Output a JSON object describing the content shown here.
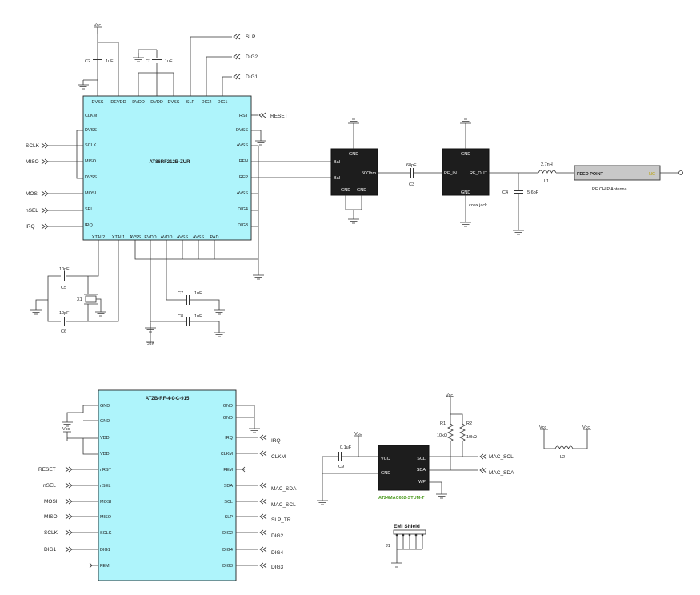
{
  "u1": {
    "name": "AT86RF212B-ZUR",
    "top_pins": [
      "DVSS",
      "DEVDD",
      "DVDD",
      "DVDD",
      "DVSS",
      "SLP",
      "DIG2",
      "DIG1"
    ],
    "left_pins": [
      "CLKM",
      "DVSS",
      "SCLK",
      "MISO",
      "DVSS",
      "MOSI",
      "SEL",
      "IRQ"
    ],
    "right_pins": [
      "RST",
      "DVSS",
      "AVSS",
      "RFN",
      "RFP",
      "AVSS",
      "DIG4",
      "DIG3"
    ],
    "bottom_pins": [
      "XTAL2",
      "XTAL1",
      "AVSS",
      "EVDD",
      "AVDD",
      "AVSS",
      "AVSS",
      "PAD"
    ]
  },
  "u1_nets": {
    "left": [
      "SCLK",
      "MISO",
      "MOSI",
      "nSEL",
      "IRQ"
    ],
    "right": [
      "RESET"
    ],
    "top": [
      "SLP",
      "DIG2",
      "DIG1"
    ]
  },
  "passives": {
    "c1": [
      "C1",
      "1uF"
    ],
    "c2": [
      "C2",
      "1uF"
    ],
    "c3": [
      "C3",
      "68pF"
    ],
    "c4": [
      "C4",
      "5.6pF"
    ],
    "c5": [
      "C5",
      "10pF"
    ],
    "c6": [
      "C6",
      "10pF"
    ],
    "c7": [
      "C7",
      "1uF"
    ],
    "c8": [
      "C8",
      "1uF"
    ],
    "c9": [
      "C9",
      "0.1uF"
    ],
    "l1": [
      "L1",
      "2.7nH"
    ],
    "r1": [
      "R1",
      "10kΩ"
    ],
    "r2": [
      "R2",
      "10kΩ"
    ],
    "x1": "X1",
    "l2": "L2"
  },
  "vcc": "Vcc",
  "vcc_flip": "Vcc",
  "balun": {
    "bal1": "Bal",
    "bal2": "Bal",
    "name": "50Ohm",
    "gnd_top": "GND",
    "gnd_bl": "GND",
    "gnd_br": "GND"
  },
  "coax": {
    "rf_in": "RF_IN",
    "rf_out": "RF_OUT",
    "gnd_top": "GND",
    "gnd_bot": "GND",
    "label": "coax jack"
  },
  "antenna": {
    "feed": "FEED POINT",
    "pin": "NC",
    "label": "RF CHIP Antenna"
  },
  "module": {
    "name": "ATZB-RF-4-0-C-915",
    "left_pins": [
      "GND",
      "GND",
      "VDD",
      "VDD",
      "nRST",
      "nSEL",
      "MOSI",
      "MISO",
      "SCLK",
      "DIG1",
      "FEM"
    ],
    "right_pins": [
      "GND",
      "GND",
      "IRQ",
      "CLKM",
      "FEM",
      "SDA",
      "SCL",
      "SLP",
      "DIG2",
      "DIG4",
      "DIG3"
    ],
    "left_nets": [
      "RESET",
      "nSEL",
      "MOSI",
      "MISO",
      "SCLK",
      "DIG1"
    ],
    "right_nets": [
      "IRQ",
      "CLKM",
      "MAC_SDA",
      "MAC_SCL",
      "SLP_TR",
      "DIG2",
      "DIG4",
      "DIG3"
    ]
  },
  "eeprom": {
    "name": "AT24MAC602-STUM-T",
    "pins": [
      "VCC",
      "GND",
      "SCL",
      "SDA",
      "WP"
    ],
    "nets": [
      "MAC_SCL",
      "MAC_SDA"
    ]
  },
  "shield": {
    "title": "EMI Shield",
    "ref": "J1"
  }
}
